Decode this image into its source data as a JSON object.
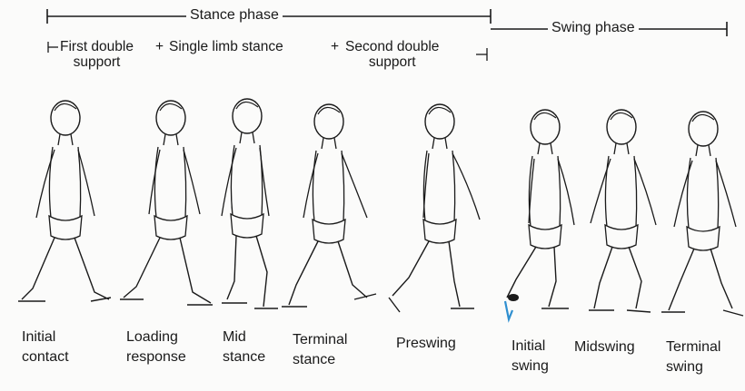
{
  "phases": {
    "stance": "Stance phase",
    "swing": "Swing phase"
  },
  "sub_phases": {
    "first_double": "First double",
    "first_double_2": "support",
    "single": "Single limb stance",
    "second_double": "Second double",
    "second_double_2": "support"
  },
  "figures": [
    {
      "line1": "Initial",
      "line2": "contact"
    },
    {
      "line1": "Loading",
      "line2": "response"
    },
    {
      "line1": "Mid",
      "line2": "stance"
    },
    {
      "line1": "Terminal",
      "line2": "stance"
    },
    {
      "line1": "Preswing",
      "line2": ""
    },
    {
      "line1": "Initial",
      "line2": "swing"
    },
    {
      "line1": "Midswing",
      "line2": ""
    },
    {
      "line1": "Terminal",
      "line2": "swing"
    }
  ],
  "colors": {
    "ink": "#1a1a1a",
    "marker_blue": "#2f8fd0"
  }
}
